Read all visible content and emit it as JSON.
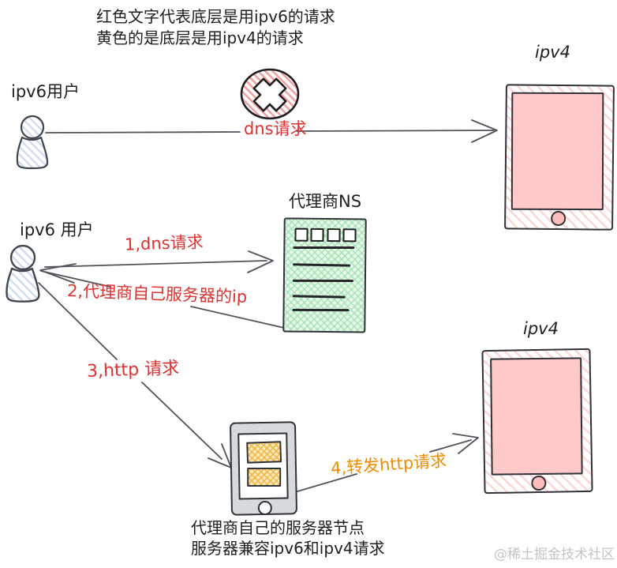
{
  "colors": {
    "ink": "#1e1e1e",
    "arrow_stroke": "#50535a",
    "red_accent": "#e03131",
    "orange_accent": "#f08c00",
    "pink_fill": "#ffc9c9",
    "green_fill": "#b2f2bb",
    "yellow_fill": "#ffd43b",
    "person_fill": "#ccdbf2",
    "watermark_grey": "#c4c4c4"
  },
  "legend": {
    "line1": "红色文字代表底层是用ipv6的请求",
    "line2": "黄色的是底层是用ipv4的请求"
  },
  "flow_blocked": {
    "user_label": "ipv6用户",
    "arrow_label": "dns请求",
    "blocked_icon": "x-circle",
    "target_label": "ipv4"
  },
  "flow_proxy": {
    "user_label": "ipv6 用户",
    "ns_title": "代理商NS",
    "step1_label": "1,dns请求",
    "step2_label": "2,代理商自己服务器的ip",
    "step3_label": "3,http 请求",
    "step4_label": "4,转发http请求",
    "target_label": "ipv4",
    "proxy_caption_line1": "代理商自己的服务器节点",
    "proxy_caption_line2": "服务器兼容ipv6和ipv4请求"
  },
  "watermark": "@稀土掘金技术社区"
}
